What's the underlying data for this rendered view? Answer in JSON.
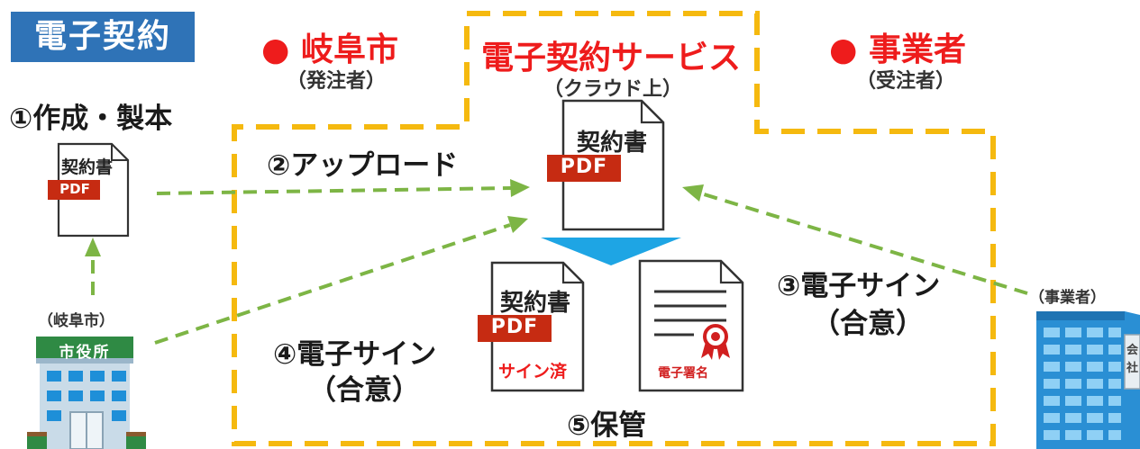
{
  "title": "電子契約",
  "city": {
    "name": "● 岐阜市",
    "role": "（発注者）"
  },
  "service": {
    "name": "電子契約サービス",
    "sub": "（クラウド上）"
  },
  "business": {
    "name": "● 事業者",
    "role": "（受注者）"
  },
  "steps": {
    "s1": "①作成・製本",
    "s2": "②アップロード",
    "s3_line1": "③電子サイン",
    "s3_line2": "（合意）",
    "s4_line1": "④電子サイン",
    "s4_line2": "（合意）",
    "s5": "⑤保管"
  },
  "documents": {
    "contract_label": "契約書",
    "pdf_badge": "PDF",
    "signed_text": "サイン済",
    "e_signature": "電子署名"
  },
  "buildings": {
    "city_caption": "（岐阜市）",
    "city_sign": "市役所",
    "business_caption": "（事業者）",
    "business_sign_partial": "会社"
  },
  "colors": {
    "dashed_border": "#f5b90f",
    "arrow_green": "#7db545",
    "accent_red": "#ee1c1c",
    "pdf_red": "#c62b12",
    "down_arrow_blue": "#1ea5e4",
    "title_blue": "#2f73b7"
  }
}
